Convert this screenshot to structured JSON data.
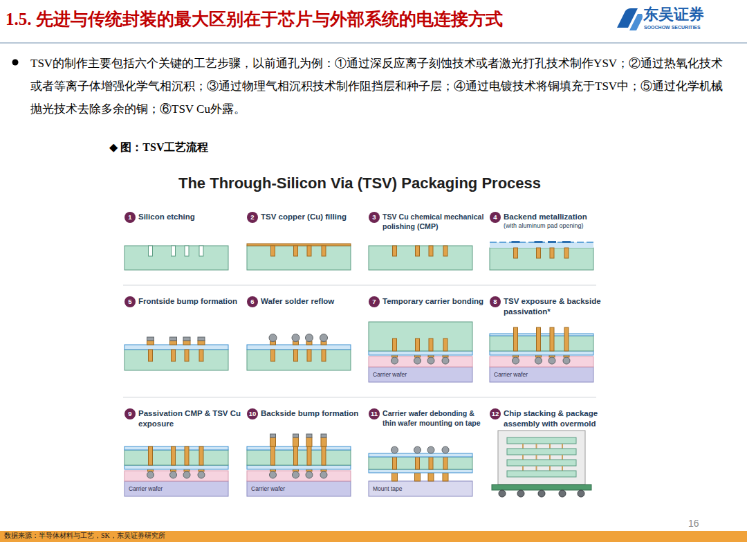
{
  "diagram": {
    "title": "1.5. 先进与传统封装的最大区别在于芯片与外部系统的电连接方式",
    "caption": "◆ 图：TSV工艺流程",
    "labels": [
      "东吴证券",
      "SOOCHOW SECURITIES",
      "TSV的制作主要包括六个关键的工艺步骤，以前通孔为例：①通过深反应离子刻蚀技术或者激光打孔技术制作YSV；②通过热氧化技术或者等离子体增强化学气相沉积；③通过物理气相沉积技术制作阻挡层和种子层；④通过电镀技术将铜填充于TSV中；⑤通过化学机械抛光技术去除多余的铜；⑥TSV Cu外露。",
      "The Through-Silicon Via (TSV) Packaging Process",
      "1",
      "Silicon etching",
      "2",
      "TSV copper (Cu) filling",
      "3",
      "TSV Cu chemical mechanical polishing (CMP)",
      "4",
      "Backend metallization",
      "(with aluminum pad opening)",
      "5",
      "Frontside bump formation",
      "6",
      "Wafer solder reflow",
      "7",
      "Temporary carrier bonding",
      "8",
      "TSV exposure & backside passivation*",
      "9",
      "Passivation CMP & TSV Cu exposure",
      "10",
      "Backside bump formation",
      "11",
      "Carrier wafer debonding & thin wafer mounting on tape",
      "12",
      "Chip stacking & package assembly with overmold",
      "Carrier wafer",
      "Carrier wafer",
      "Carrier wafer",
      "Carrier wafer",
      "Mount tape",
      "16",
      "数据来源：半导体材料与工艺，SK，东吴证券研究所"
    ]
  }
}
